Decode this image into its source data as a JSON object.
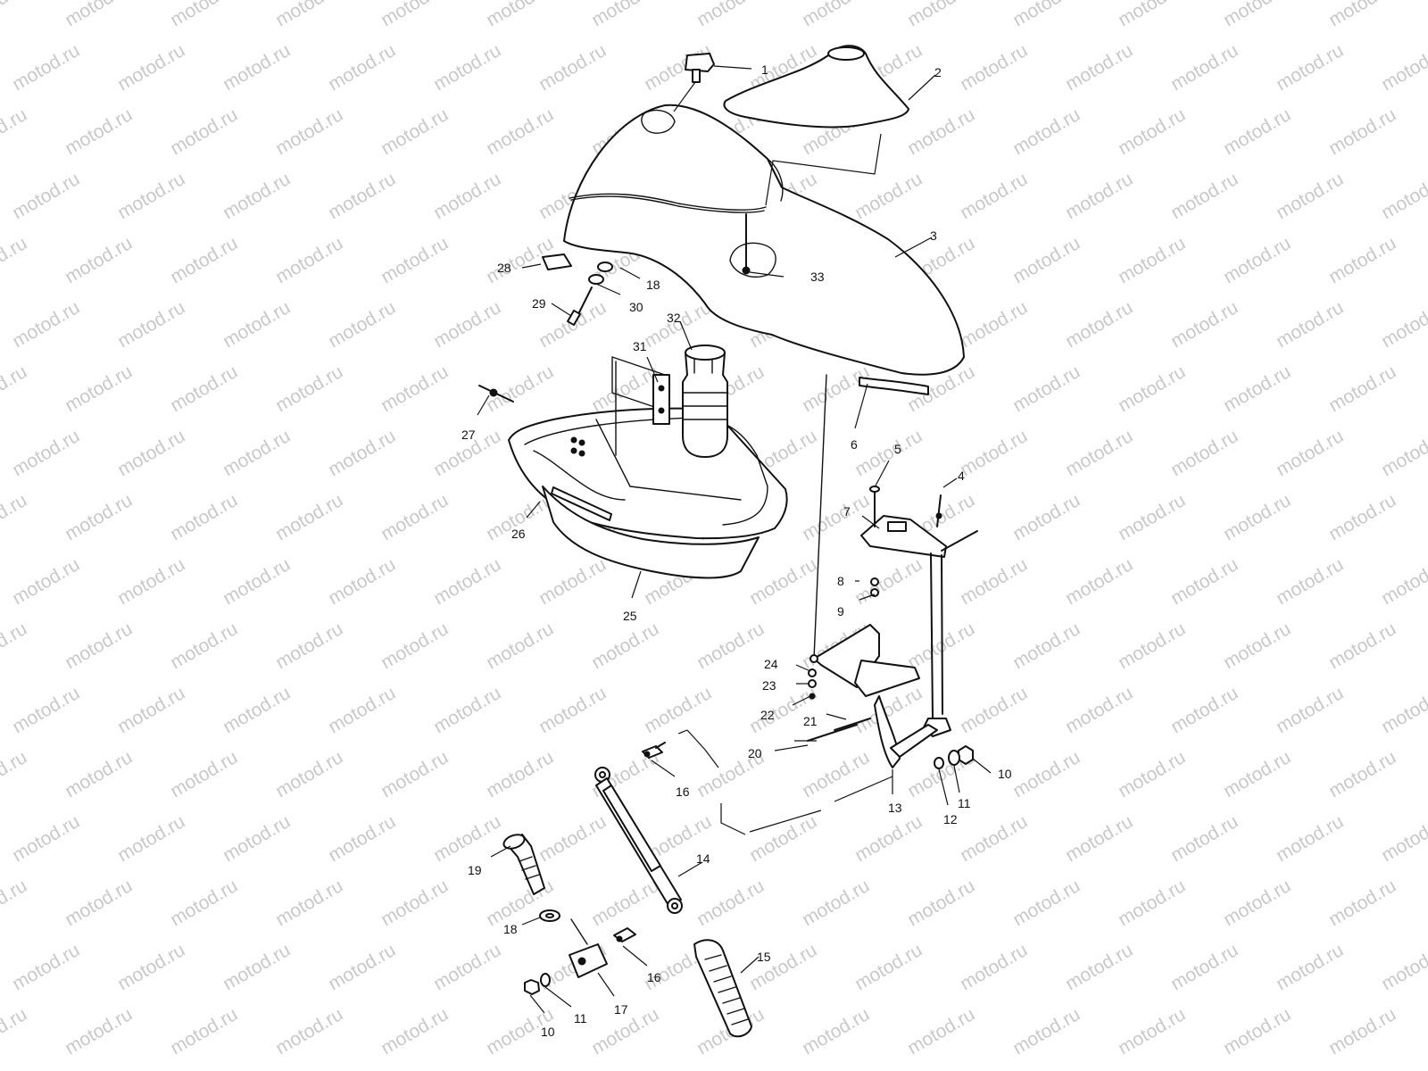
{
  "watermark": {
    "text": "motod.ru",
    "color": "#c9c9c9"
  },
  "callouts": [
    {
      "id": "c1",
      "text": "1"
    },
    {
      "id": "c2",
      "text": "2"
    },
    {
      "id": "c3",
      "text": "3"
    },
    {
      "id": "c4",
      "text": "4"
    },
    {
      "id": "c5",
      "text": "5"
    },
    {
      "id": "c6",
      "text": "6"
    },
    {
      "id": "c7",
      "text": "7"
    },
    {
      "id": "c8",
      "text": "8"
    },
    {
      "id": "c9",
      "text": "9"
    },
    {
      "id": "c10a",
      "text": "10"
    },
    {
      "id": "c10b",
      "text": "10"
    },
    {
      "id": "c11a",
      "text": "11"
    },
    {
      "id": "c11b",
      "text": "11"
    },
    {
      "id": "c12",
      "text": "12"
    },
    {
      "id": "c13",
      "text": "13"
    },
    {
      "id": "c14",
      "text": "14"
    },
    {
      "id": "c15",
      "text": "15"
    },
    {
      "id": "c16a",
      "text": "16"
    },
    {
      "id": "c16b",
      "text": "16"
    },
    {
      "id": "c17",
      "text": "17"
    },
    {
      "id": "c18a",
      "text": "18"
    },
    {
      "id": "c18b",
      "text": "18"
    },
    {
      "id": "c19",
      "text": "19"
    },
    {
      "id": "c20",
      "text": "20"
    },
    {
      "id": "c21",
      "text": "21"
    },
    {
      "id": "c22",
      "text": "22"
    },
    {
      "id": "c23",
      "text": "23"
    },
    {
      "id": "c24",
      "text": "24"
    },
    {
      "id": "c25",
      "text": "25"
    },
    {
      "id": "c26",
      "text": "26"
    },
    {
      "id": "c27",
      "text": "27"
    },
    {
      "id": "c28",
      "text": "28"
    },
    {
      "id": "c29",
      "text": "29"
    },
    {
      "id": "c30",
      "text": "30"
    },
    {
      "id": "c31",
      "text": "31"
    },
    {
      "id": "c32",
      "text": "32"
    },
    {
      "id": "c33",
      "text": "33"
    }
  ]
}
